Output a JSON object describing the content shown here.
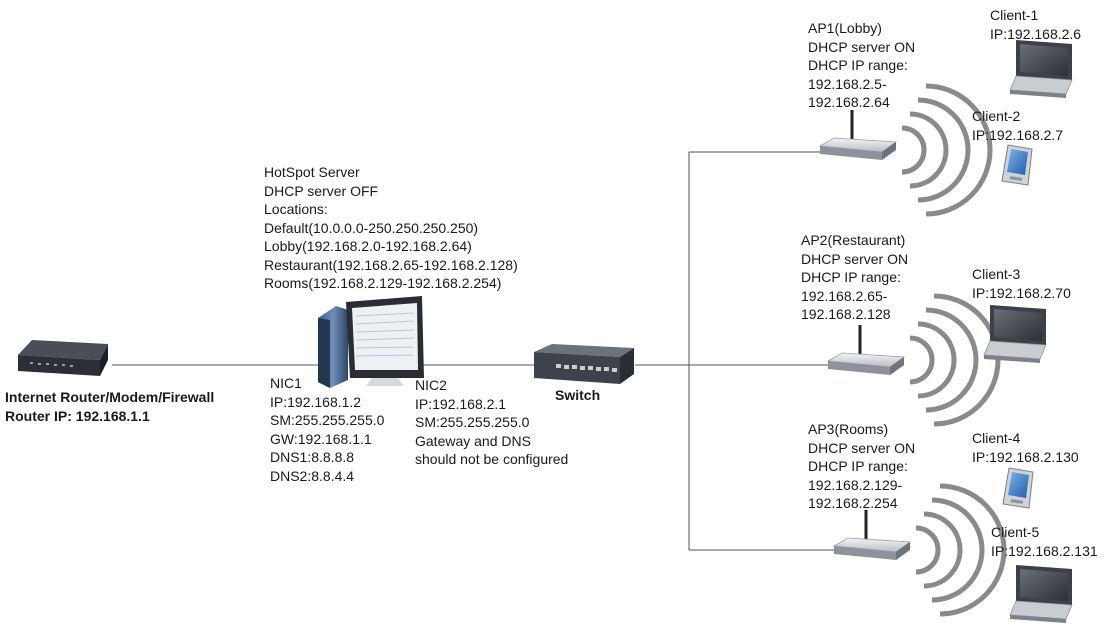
{
  "router": {
    "icon": "router-modem-icon",
    "lines": [
      "Internet Router/Modem/Firewall",
      "Router IP: 192.168.1.1"
    ]
  },
  "server": {
    "icon": "server-computer-icon",
    "lines": [
      "HotSpot Server",
      "DHCP server OFF",
      "Locations:",
      "Default(10.0.0.0-250.250.250.250)",
      "Lobby(192.168.2.0-192.168.2.64)",
      "Restaurant(192.168.2.65-192.168.2.128)",
      "Rooms(192.168.2.129-192.168.2.254)"
    ]
  },
  "nic1": {
    "lines": [
      "NIC1",
      "IP:192.168.1.2",
      "SM:255.255.255.0",
      "GW:192.168.1.1",
      "DNS1:8.8.8.8",
      "DNS2:8.8.4.4"
    ]
  },
  "nic2": {
    "lines": [
      "NIC2",
      "IP:192.168.2.1",
      "SM:255.255.255.0",
      "Gateway and DNS",
      "should not be configured"
    ]
  },
  "switch": {
    "icon": "network-switch-icon",
    "label": "Switch"
  },
  "access_points": [
    {
      "icon": "wireless-access-point-icon",
      "lines": [
        "AP1(Lobby)",
        "DHCP server ON",
        "DHCP IP range:",
        "192.168.2.5-",
        "192.168.2.64"
      ]
    },
    {
      "icon": "wireless-access-point-icon",
      "lines": [
        "AP2(Restaurant)",
        "DHCP server ON",
        "DHCP IP range:",
        "192.168.2.65-",
        "192.168.2.128"
      ]
    },
    {
      "icon": "wireless-access-point-icon",
      "lines": [
        "AP3(Rooms)",
        "DHCP server ON",
        "DHCP IP range:",
        "192.168.2.129-",
        "192.168.2.254"
      ]
    }
  ],
  "clients": [
    {
      "icon": "laptop-icon",
      "lines": [
        "Client-1",
        "IP:192.168.2.6"
      ]
    },
    {
      "icon": "pda-icon",
      "lines": [
        "Client-2",
        "IP:192.168.2.7"
      ]
    },
    {
      "icon": "laptop-icon",
      "lines": [
        "Client-3",
        "IP:192.168.2.70"
      ]
    },
    {
      "icon": "pda-icon",
      "lines": [
        "Client-4",
        "IP:192.168.2.130"
      ]
    },
    {
      "icon": "laptop-icon",
      "lines": [
        "Client-5",
        "IP:192.168.2.131"
      ]
    }
  ],
  "colors": {
    "connector_line": "#555555",
    "device_dark": "#3a3d44",
    "device_light": "#d9dce1",
    "wifi_arc": "#8a8a8a"
  }
}
